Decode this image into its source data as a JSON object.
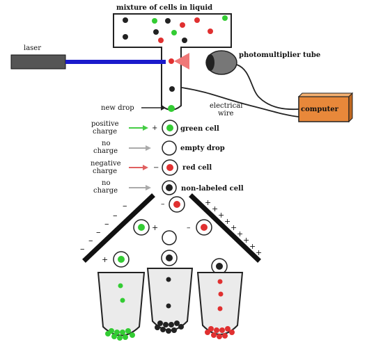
{
  "labels": {
    "mixture": "mixture of cells in liquid",
    "laser": "laser",
    "pmt": "photomultiplier tube",
    "computer": "computer",
    "new_drop": "new drop",
    "electrical_wire_1": "electrical",
    "electrical_wire_2": "wire",
    "positive_1": "positive",
    "positive_2": "charge",
    "positive_sign": "+",
    "no_charge_1": "no",
    "no_charge_2": "charge",
    "negative_1": "negative",
    "negative_2": "charge",
    "negative_sign": "−",
    "no_charge_b1": "no",
    "no_charge_b2": "charge",
    "green_cell": "green cell",
    "empty_drop": "empty drop",
    "red_cell": "red cell",
    "non_labeled_cell": "non-labeled cell"
  },
  "colors": {
    "green_cell": "#33cc33",
    "red_cell": "#e03030",
    "black_cell": "#222222",
    "laser_beam": "#1a1acc",
    "computer_box": "#e8883a",
    "laser_body": "#555555",
    "scatter_cone": "#f07878",
    "arrow_positive": "#44cc44",
    "arrow_neutral": "#aaaaaa",
    "arrow_negative": "#e06060"
  },
  "icons": {
    "pmt": "photomultiplier-tube-icon",
    "laser": "laser-device-icon",
    "computer": "computer-box-icon"
  }
}
